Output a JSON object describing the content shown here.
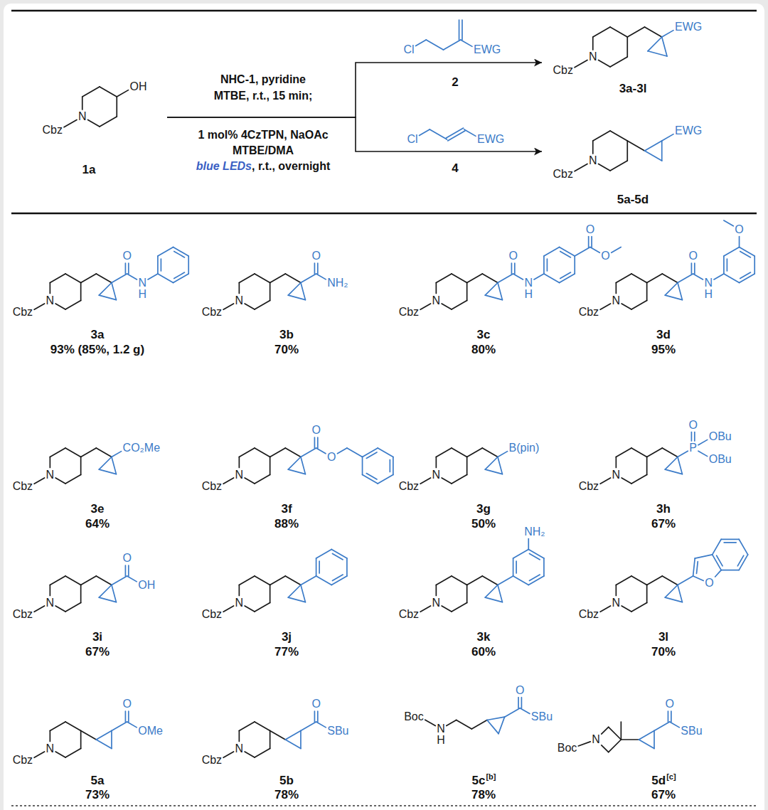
{
  "diagram": {
    "nodes": [
      {
        "text": [
          "N",
          "Cbz",
          "OH",
          "1a"
        ]
      },
      {
        "text": [
          "N",
          "Cbz",
          "EWG",
          "3a-3l"
        ]
      },
      {
        "text": [
          "N",
          "Cbz",
          "EWG",
          "5a-5d"
        ]
      }
    ],
    "edges": [
      {
        "from": 0,
        "to": 1,
        "arrow": "to"
      },
      {
        "from": 0,
        "to": 2,
        "arrow": "to"
      }
    ],
    "labels": [
      "NHC-1, pyridine",
      "MTBE, r.t., 15 min;",
      "1 mol% 4CzTPN, NaOAc",
      "MTBE/DMA",
      "blue LEDs",
      ", r.t., overnight",
      "Cl",
      "EWG",
      "2",
      "Cl",
      "EWG",
      "4",
      "N",
      "Cbz",
      "O",
      "N",
      "H",
      "3a",
      "93% (85%, 1.2 g)",
      "N",
      "Cbz",
      "O",
      "NH₂",
      "3b",
      "70%",
      "N",
      "Cbz",
      "O",
      "N",
      "H",
      "O",
      "O",
      "3c",
      "80%",
      "N",
      "Cbz",
      "O",
      "N",
      "H",
      "O",
      "3d",
      "95%",
      "N",
      "Cbz",
      "CO₂Me",
      "3e",
      "64%",
      "N",
      "Cbz",
      "O",
      "O",
      "3f",
      "88%",
      "N",
      "Cbz",
      "B(pin)",
      "3g",
      "50%",
      "N",
      "Cbz",
      "P",
      "O",
      "OBu",
      "OBu",
      "3h",
      "67%",
      "N",
      "Cbz",
      "O",
      "OH",
      "3i",
      "67%",
      "N",
      "Cbz",
      "3j",
      "77%",
      "N",
      "Cbz",
      "NH₂",
      "3k",
      "60%",
      "N",
      "Cbz",
      "O",
      "3l",
      "70%",
      "N",
      "Cbz",
      "O",
      "OMe",
      "5a",
      "73%",
      "N",
      "Cbz",
      "O",
      "SBu",
      "5b",
      "78%",
      "Boc",
      "N",
      "H",
      "O",
      "SBu",
      "5c",
      "[b]",
      "78%",
      "Boc",
      "N",
      "O",
      "SBu",
      "5d",
      "[c]",
      "67%"
    ]
  }
}
